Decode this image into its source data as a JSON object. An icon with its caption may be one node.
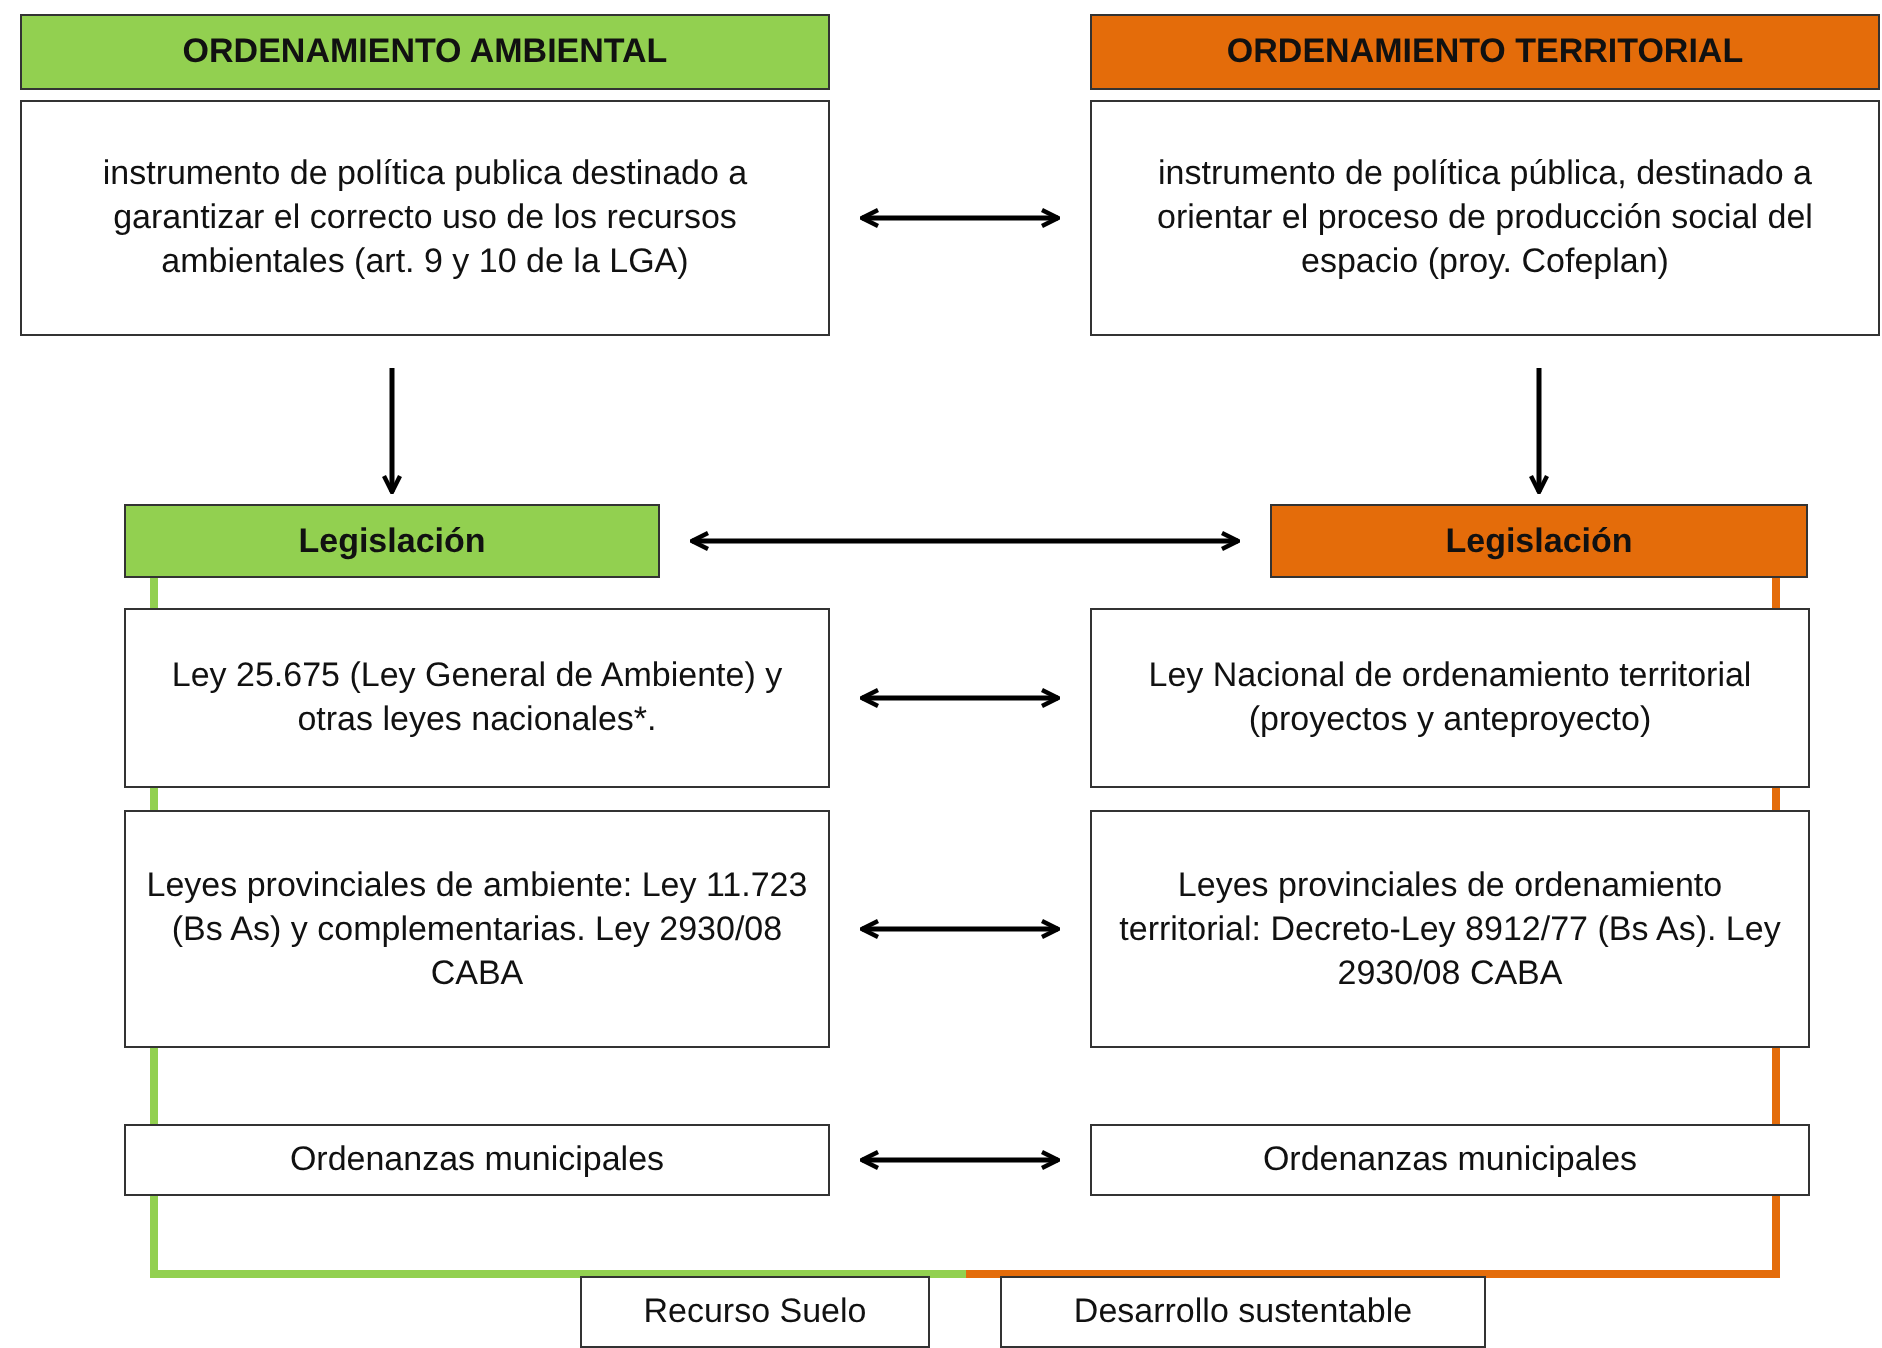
{
  "diagram": {
    "nodes": [
      {
        "text": [
          "ORDENAMIENTO  AMBIENTAL"
        ]
      },
      {
        "text": [
          "instrumento de política publica destinado a garantizar  el correcto uso de los recursos ambientales  (art. 9 y 10 de la LGA)"
        ]
      },
      {
        "text": [
          "ORDENAMIENTO  TERRITORIAL"
        ]
      },
      {
        "text": [
          "instrumento de política pública, destinado a orientar el proceso de producción  social del espacio (proy. Cofeplan)"
        ]
      },
      {
        "text": [
          "Legislación"
        ]
      },
      {
        "text": [
          "Legislación"
        ]
      },
      {
        "text": [
          "Ley 25.675  (Ley General de Ambiente)  y otras leyes nacionales*."
        ]
      },
      {
        "text": [
          "Ley Nacional de ordenamiento territorial  (proyectos y anteproyecto)"
        ]
      },
      {
        "text": [
          "Leyes provinciales de ambiente: Ley 11.723 (Bs As)  y complementarias. Ley 2930/08 CABA"
        ]
      },
      {
        "text": [
          "Leyes provinciales de ordenamiento territorial: Decreto-Ley 8912/77 (Bs As). Ley 2930/08 CABA"
        ]
      },
      {
        "text": [
          "Ordenanzas  municipales"
        ]
      },
      {
        "text": [
          "Ordenanzas  municipales"
        ]
      },
      {
        "text": [
          "Recurso Suelo"
        ]
      },
      {
        "text": [
          "Desarrollo sustentable"
        ]
      }
    ],
    "edges": [
      {
        "from": 1,
        "to": 3,
        "arrow": "both"
      },
      {
        "from": 1,
        "to": 4,
        "arrow": "to"
      },
      {
        "from": 3,
        "to": 5,
        "arrow": "to"
      },
      {
        "from": 4,
        "to": 5,
        "arrow": "both"
      },
      {
        "from": 6,
        "to": 7,
        "arrow": "both"
      },
      {
        "from": 8,
        "to": 9,
        "arrow": "both"
      },
      {
        "from": 10,
        "to": 11,
        "arrow": "both"
      }
    ]
  }
}
